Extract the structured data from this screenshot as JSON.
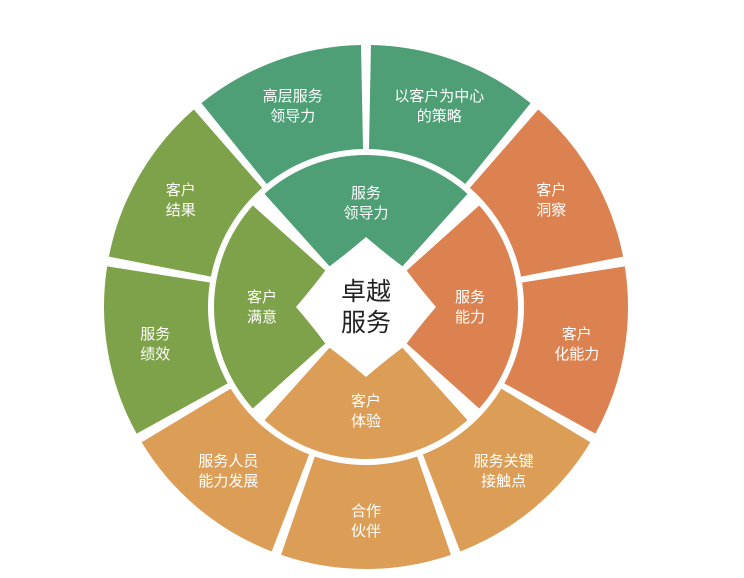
{
  "center": {
    "lines": [
      "卓越",
      "服务"
    ],
    "color": "#ffffff",
    "text_color": "#222222"
  },
  "colors": {
    "teal": "#4e9f76",
    "orange": "#dc8150",
    "yellow": "#dc9e57",
    "green": "#7da249"
  },
  "inner_ring": [
    {
      "id": "service-leadership",
      "lines": [
        "服务",
        "领导力"
      ],
      "color": "#4e9f76"
    },
    {
      "id": "service-capability",
      "lines": [
        "服务",
        "能力"
      ],
      "color": "#dc8150"
    },
    {
      "id": "customer-experience",
      "lines": [
        "客户",
        "体验"
      ],
      "color": "#dc9e57"
    },
    {
      "id": "customer-satisfaction",
      "lines": [
        "客户",
        "满意"
      ],
      "color": "#7da249"
    }
  ],
  "outer_ring": [
    {
      "id": "customer-centric-strategy",
      "lines": [
        "以客户为中心",
        "的策略"
      ],
      "color": "#4e9f76"
    },
    {
      "id": "customer-insight",
      "lines": [
        "客户",
        "洞察"
      ],
      "color": "#dc8150"
    },
    {
      "id": "customer-enablement",
      "lines": [
        "客户",
        "化能力"
      ],
      "color": "#dc8150"
    },
    {
      "id": "service-touchpoints",
      "lines": [
        "服务关键",
        "接触点"
      ],
      "color": "#dc9e57"
    },
    {
      "id": "partners",
      "lines": [
        "合作",
        "伙伴"
      ],
      "color": "#dc9e57"
    },
    {
      "id": "staff-development",
      "lines": [
        "服务人员",
        "能力发展"
      ],
      "color": "#dc9e57"
    },
    {
      "id": "service-performance",
      "lines": [
        "服务",
        "绩效"
      ],
      "color": "#7da249"
    },
    {
      "id": "customer-results",
      "lines": [
        "客户",
        "结果"
      ],
      "color": "#7da249"
    },
    {
      "id": "executive-leadership",
      "lines": [
        "高层服务",
        "领导力"
      ],
      "color": "#4e9f76"
    }
  ]
}
